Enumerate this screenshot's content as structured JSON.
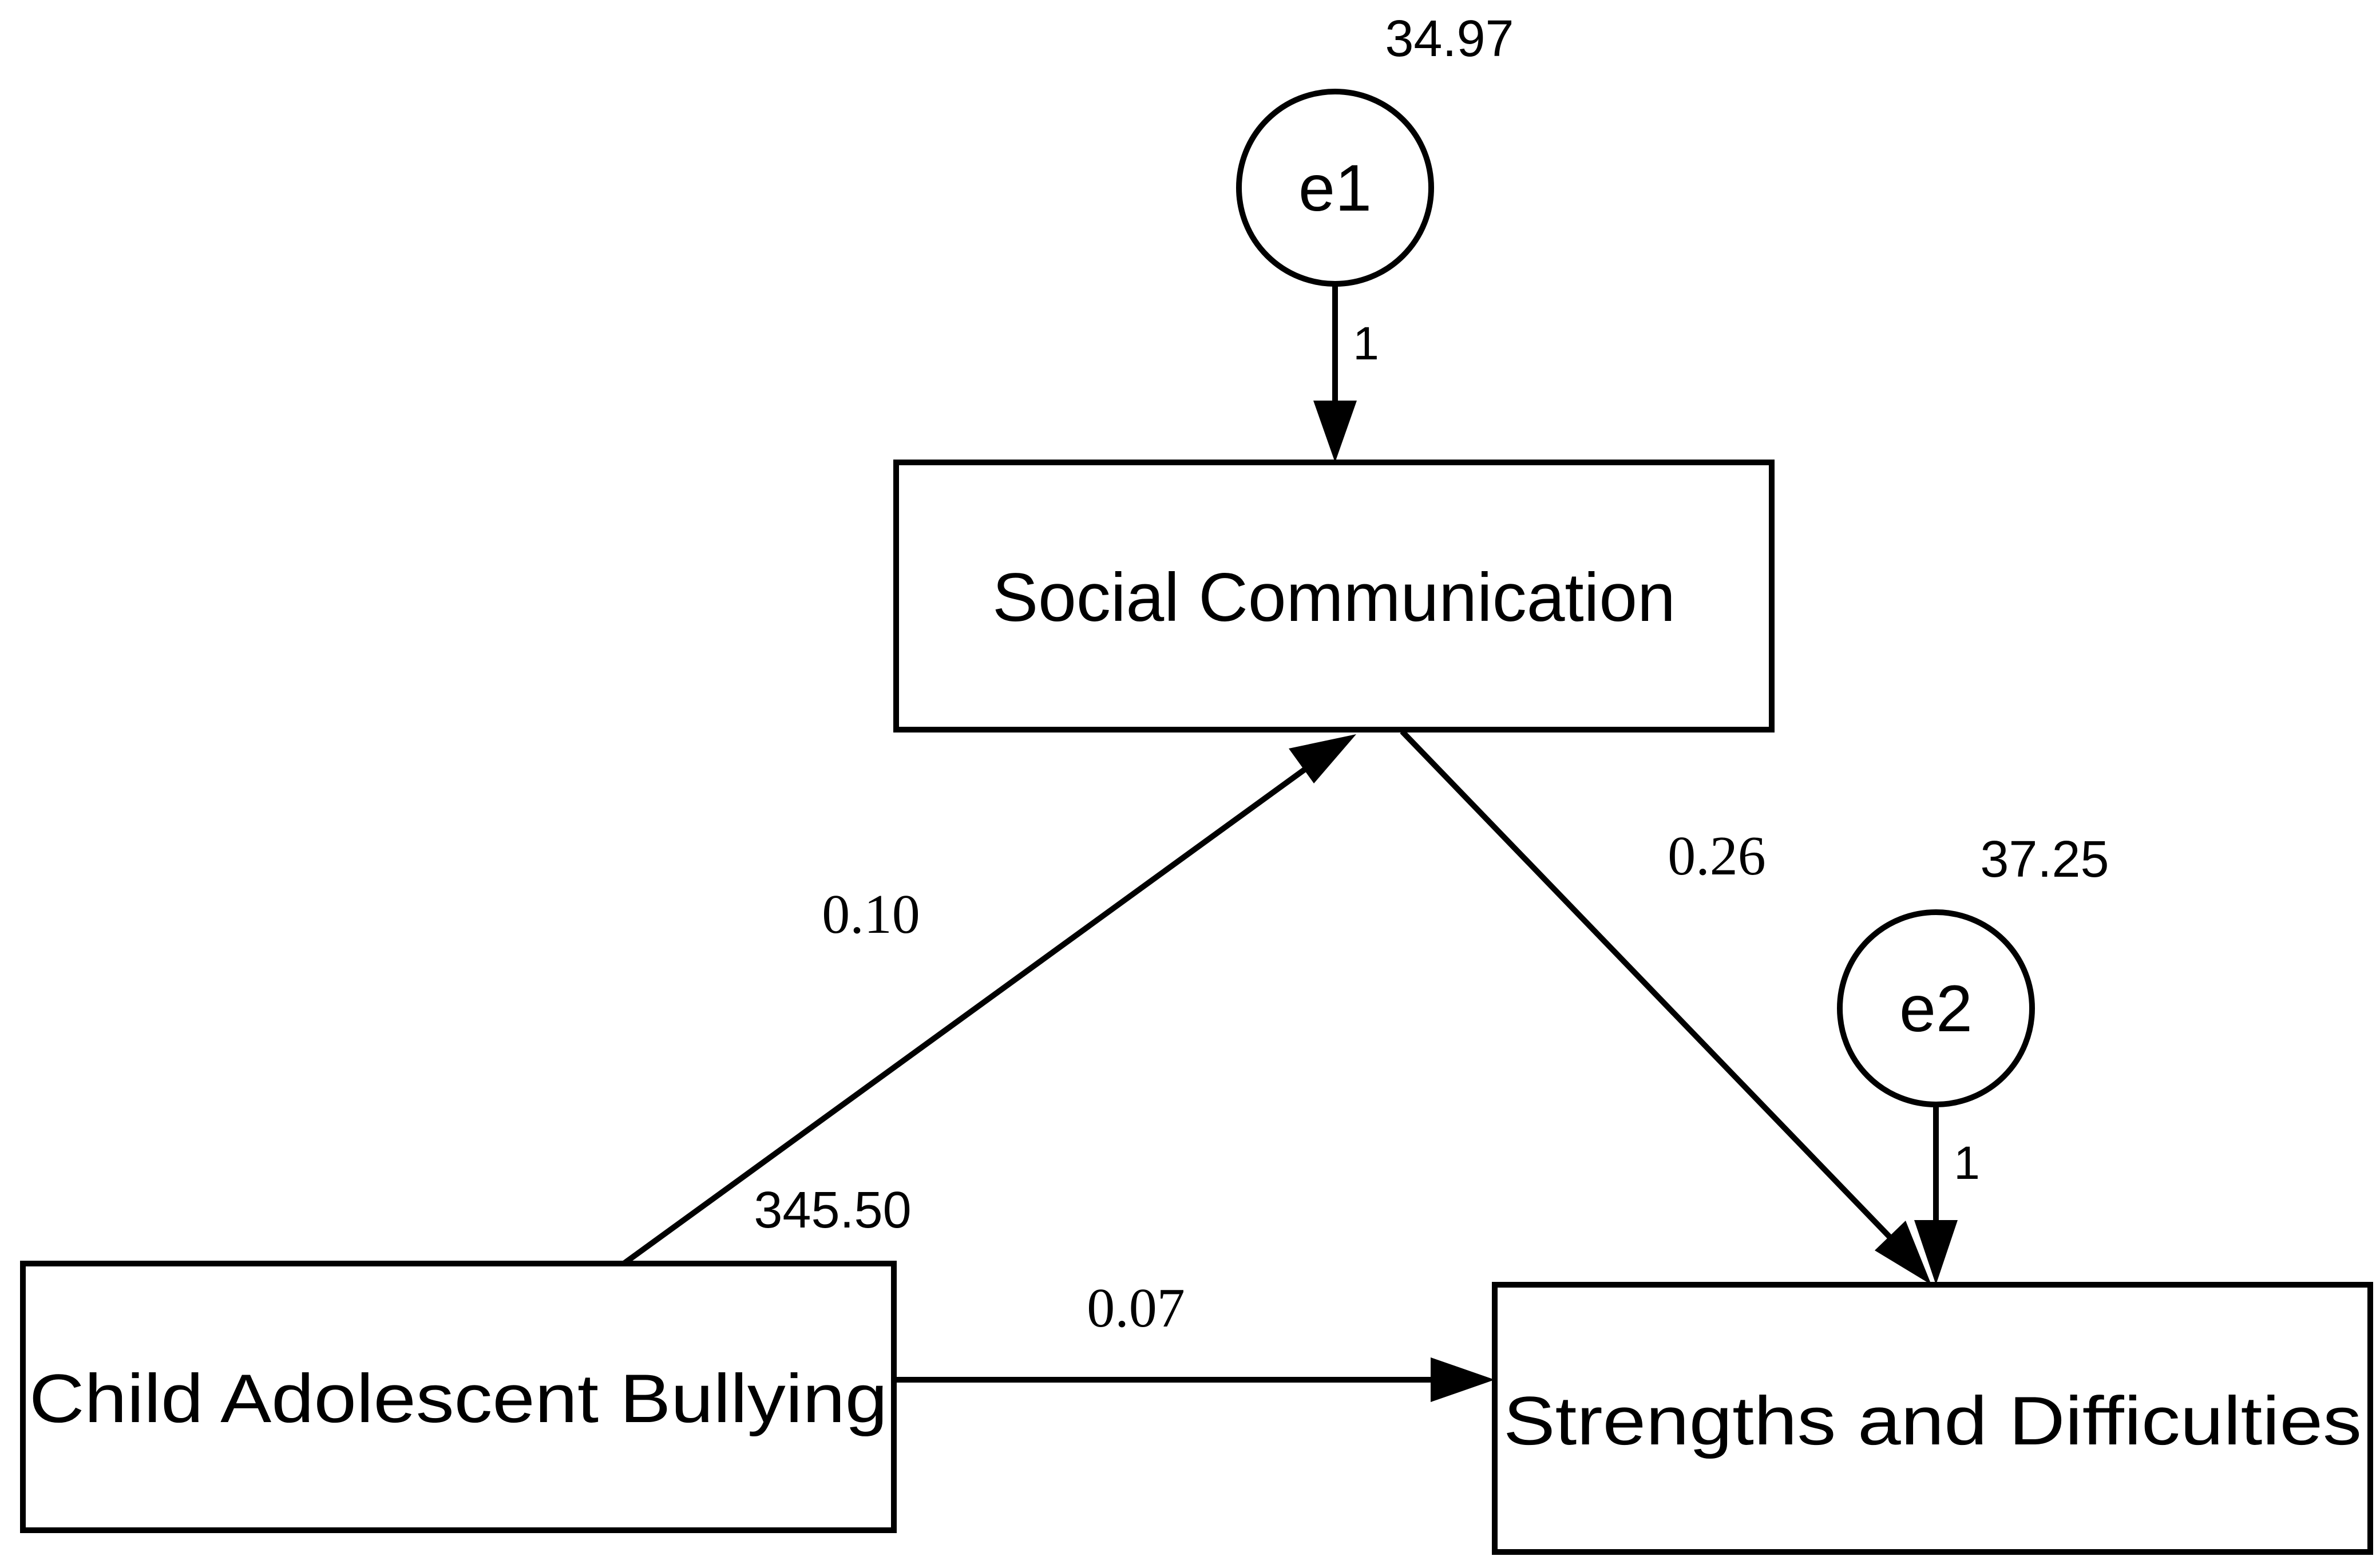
{
  "nodes": {
    "social_communication": "Social Communication",
    "child_adolescent_bullying": "Child Adolescent Bullying",
    "strengths_and_difficulties": "Strengths and Difficulties",
    "e1": "e1",
    "e2": "e2"
  },
  "variances": {
    "e1": "34.97",
    "e2": "37.25",
    "child_adolescent_bullying": "345.50"
  },
  "paths": {
    "bullying_to_social": "0.10",
    "social_to_strengths": "0.26",
    "bullying_to_strengths": "0.07",
    "e1_to_social": "1",
    "e2_to_strengths": "1"
  },
  "colors": {
    "stroke": "#000000",
    "background": "#ffffff"
  }
}
